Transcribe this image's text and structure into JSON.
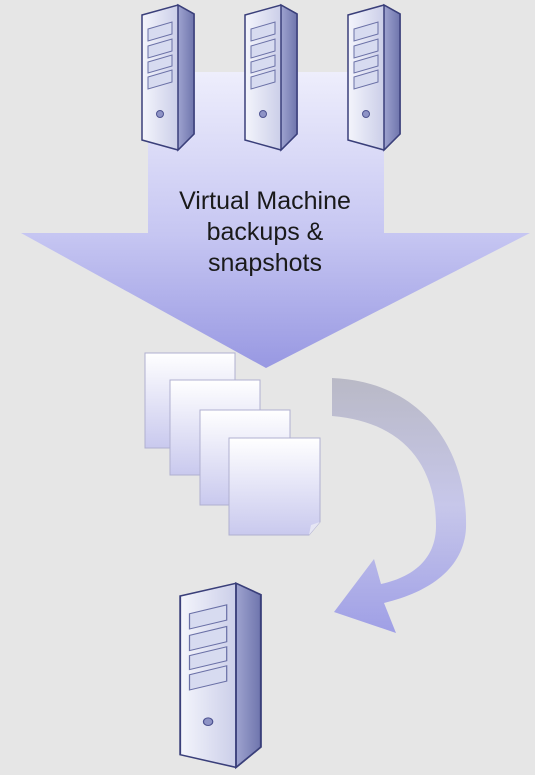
{
  "caption": {
    "line1": "Virtual Machine",
    "line2": "backups &",
    "line3": "snapshots"
  },
  "icons": {
    "source_servers": [
      "server-icon",
      "server-icon",
      "server-icon"
    ],
    "backup_files": [
      "document-icon",
      "document-icon",
      "document-icon",
      "document-icon"
    ],
    "restore_arrow": "curved-arrow-icon",
    "target_server": "server-icon"
  },
  "colors": {
    "background": "#e6e6e6",
    "arrow_light": "#e9e9fb",
    "arrow_dark": "#9c9ce4",
    "server_light": "#ecedf8",
    "server_mid": "#a9aed8",
    "server_outline": "#3a3f7a"
  }
}
